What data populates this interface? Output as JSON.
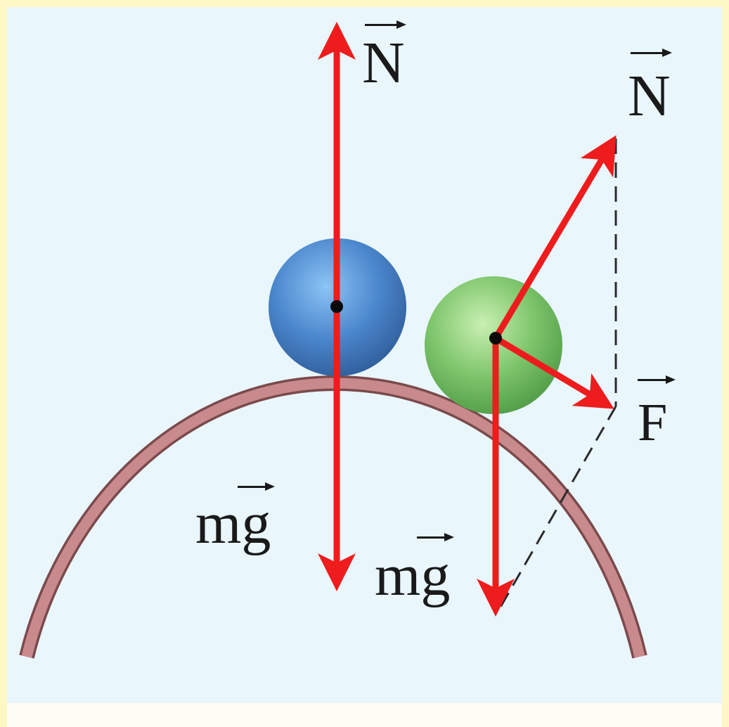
{
  "colors": {
    "frame_border": "#fdf7c6",
    "background": "#e9f6fc",
    "force_arrow": "#ee1c1c",
    "surface_fill": "#c98a8d",
    "surface_edge": "#7a4a4c",
    "blue_ball": "#4a86cc",
    "green_ball": "#7cc46a",
    "dashed_line": "#2b2b2b"
  },
  "labels": {
    "normal_left": "N",
    "normal_right": "N",
    "force": "F",
    "weight_left": "mg",
    "weight_right": "mg"
  },
  "elements": {
    "curved_surface": "arched-surface",
    "ball_left": "blue-sphere",
    "ball_right": "green-sphere"
  }
}
